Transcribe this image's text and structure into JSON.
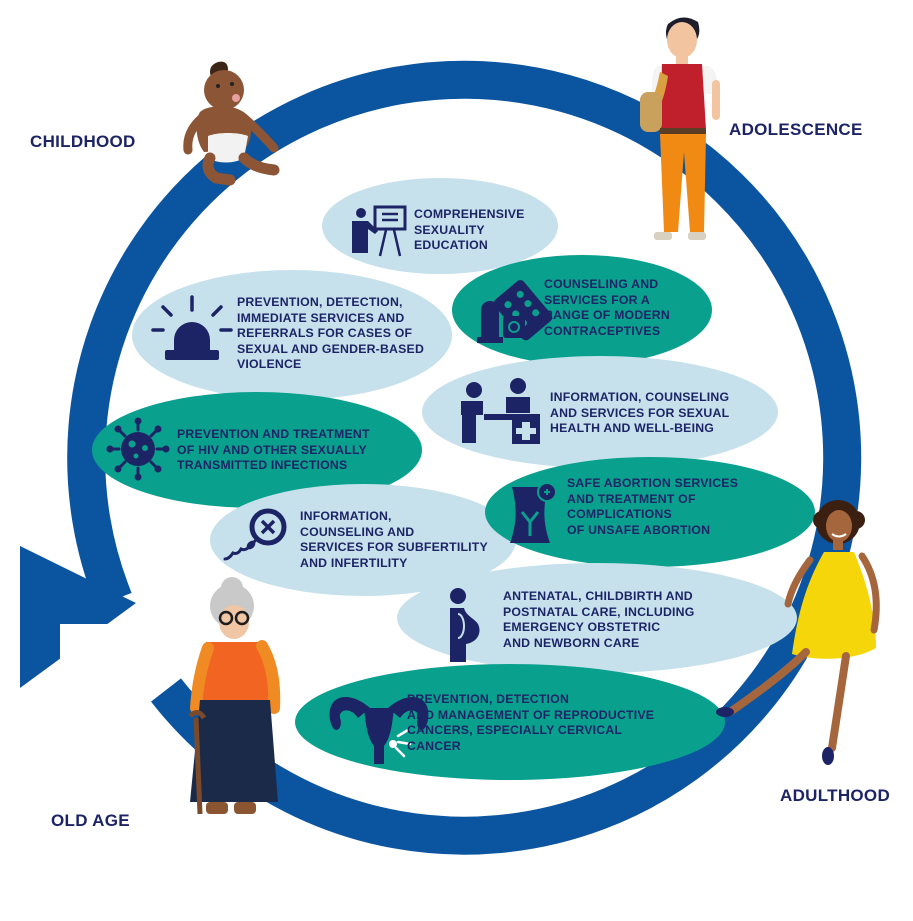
{
  "colors": {
    "ring": "#0b55a0",
    "light_bubble": "#c6e1ec",
    "teal_bubble": "#0aa08e",
    "text_dark": "#1d2466"
  },
  "stages": {
    "childhood": "CHILDHOOD",
    "adolescence": "ADOLESCENCE",
    "adulthood": "ADULTHOOD",
    "old_age": "OLD AGE"
  },
  "services": [
    {
      "icon": "teacher-presentation-icon",
      "style": "light",
      "lines": [
        "COMPREHENSIVE",
        "SEXUALITY",
        "EDUCATION"
      ]
    },
    {
      "icon": "contraceptives-icon",
      "style": "teal",
      "lines": [
        "COUNSELING AND",
        "SERVICES FOR A",
        "RANGE OF MODERN",
        "CONTRACEPTIVES"
      ]
    },
    {
      "icon": "alarm-siren-icon",
      "style": "light",
      "lines": [
        "PREVENTION, DETECTION,",
        "IMMEDIATE SERVICES AND",
        "REFERRALS FOR CASES OF",
        "SEXUAL AND GENDER-BASED",
        "VIOLENCE"
      ]
    },
    {
      "icon": "counseling-desk-icon",
      "style": "light",
      "lines": [
        "INFORMATION, COUNSELING",
        "AND SERVICES FOR SEXUAL",
        "HEALTH AND WELL-BEING"
      ]
    },
    {
      "icon": "virus-icon",
      "style": "teal",
      "lines": [
        "PREVENTION AND TREATMENT",
        "OF HIV AND OTHER SEXUALLY",
        "TRANSMITTED INFECTIONS"
      ]
    },
    {
      "icon": "abdomen-medical-icon",
      "style": "teal",
      "lines": [
        "SAFE ABORTION SERVICES",
        "AND TREATMENT OF",
        "COMPLICATIONS",
        "OF UNSAFE ABORTION"
      ]
    },
    {
      "icon": "sperm-egg-icon",
      "style": "light",
      "lines": [
        "INFORMATION,",
        "COUNSELING AND",
        "SERVICES FOR SUBFERTILITY",
        "AND INFERTILITY"
      ]
    },
    {
      "icon": "pregnant-woman-icon",
      "style": "light",
      "lines": [
        "ANTENATAL, CHILDBIRTH AND",
        "POSTNATAL CARE, INCLUDING",
        "EMERGENCY OBSTETRIC",
        "AND NEWBORN CARE"
      ]
    },
    {
      "icon": "uterus-icon",
      "style": "teal",
      "lines": [
        "PREVENTION, DETECTION",
        "AND MANAGEMENT OF REPRODUCTIVE",
        "CANCERS, ESPECIALLY CERVICAL",
        "CANCER"
      ]
    }
  ]
}
